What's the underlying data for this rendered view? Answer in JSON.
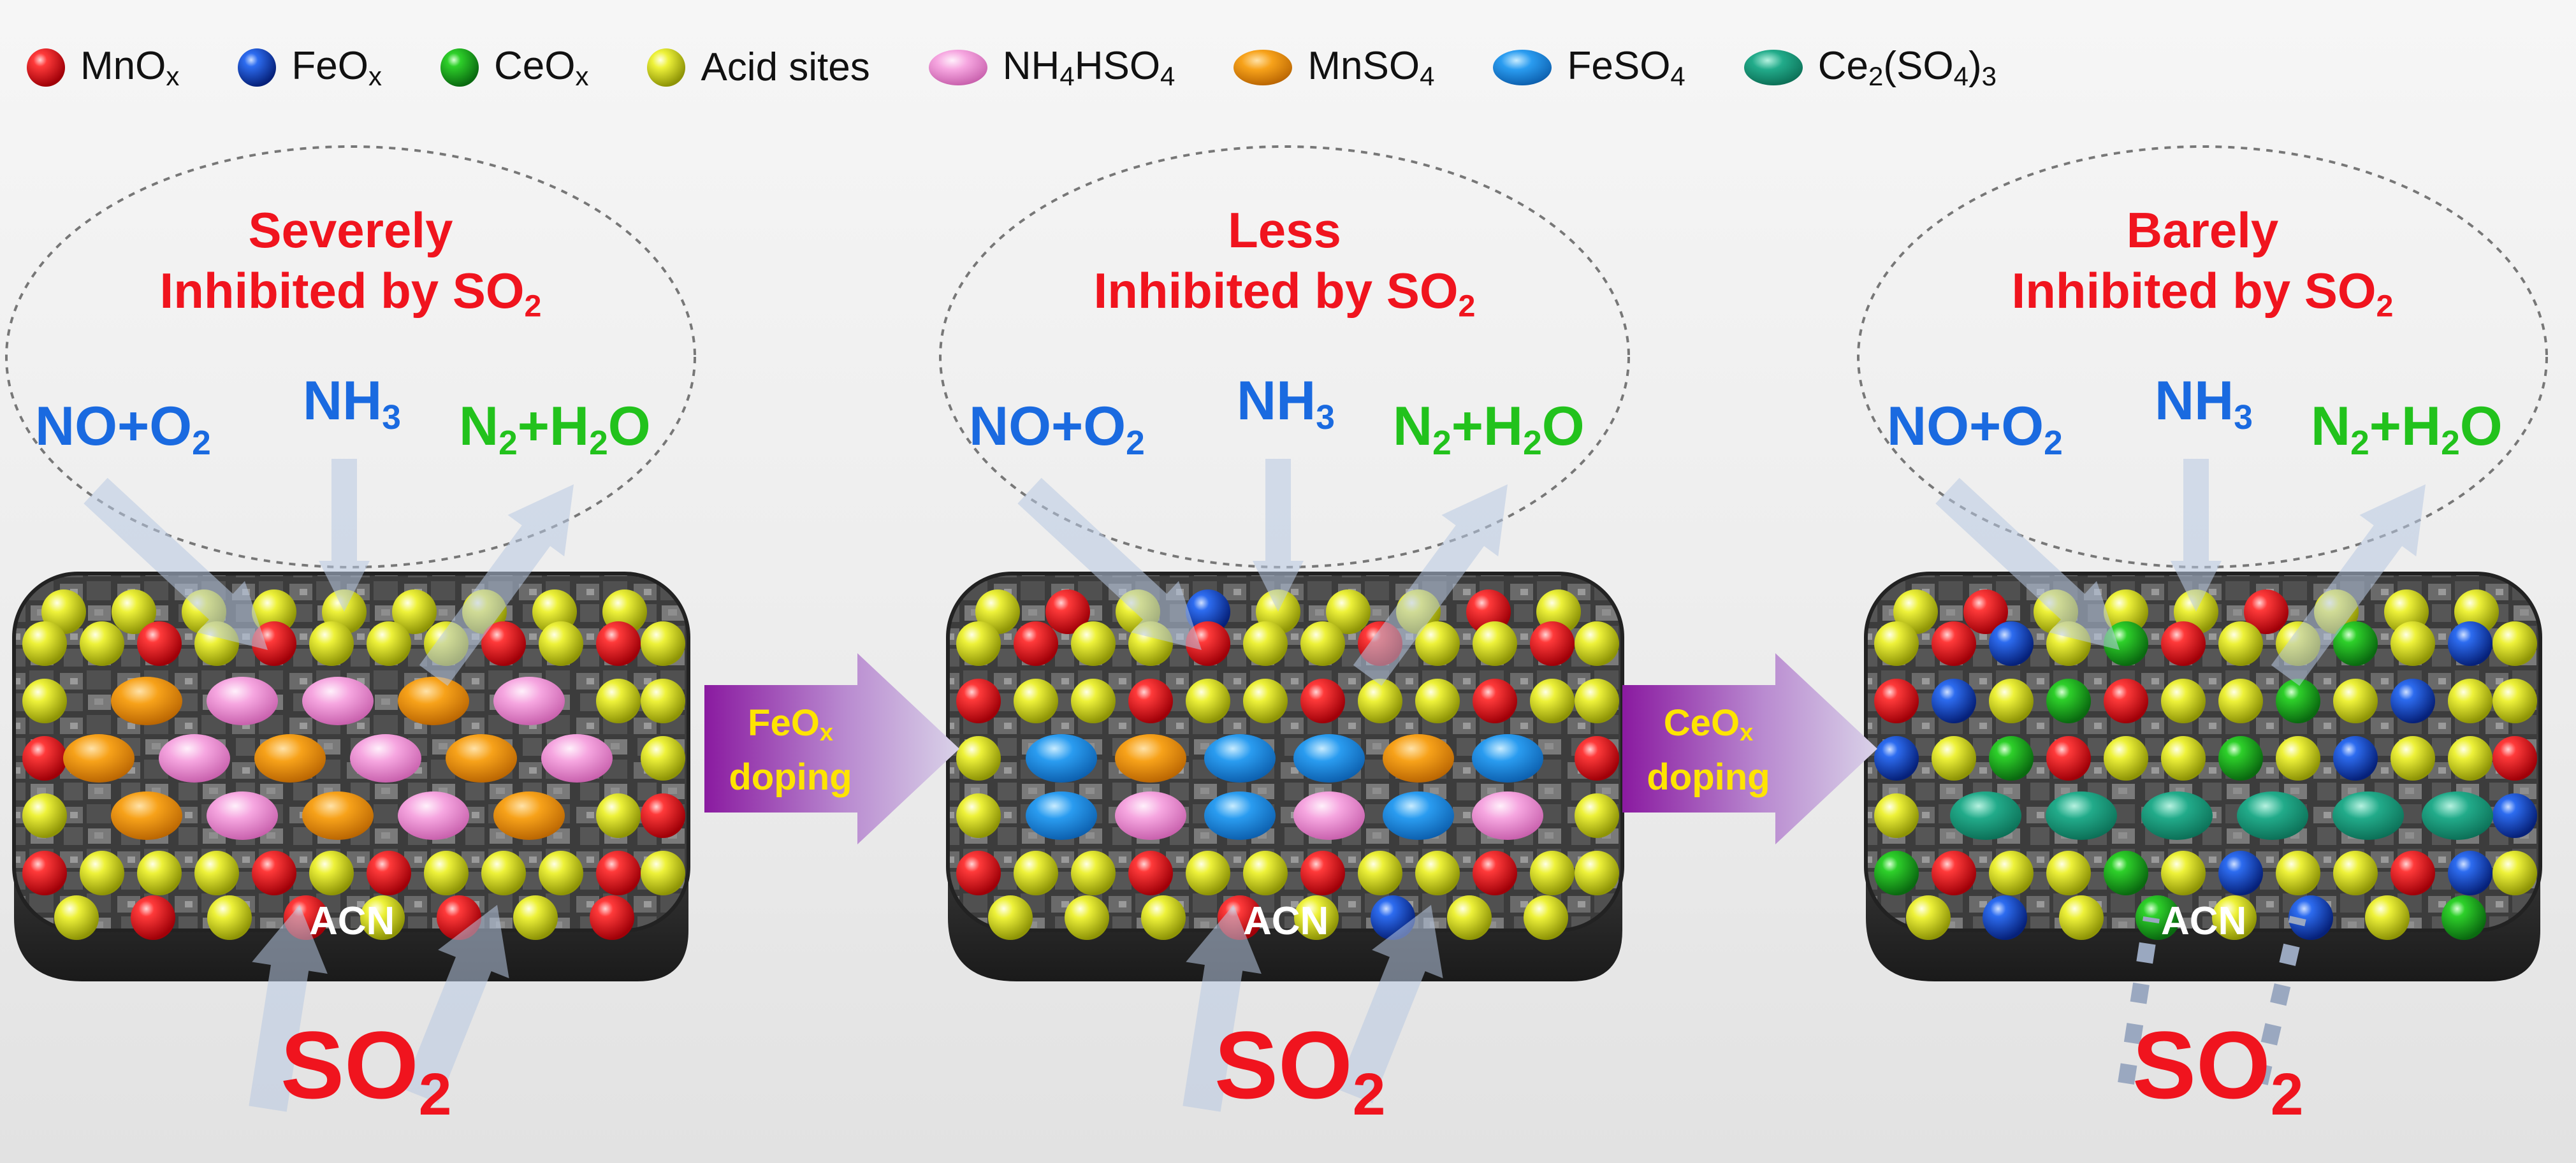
{
  "legend": [
    {
      "key": "mnox",
      "label": "MnO",
      "sub": "x",
      "color": "#e8141a",
      "shape": "sphere"
    },
    {
      "key": "feox",
      "label": "FeO",
      "sub": "x",
      "color": "#1544c8",
      "shape": "sphere"
    },
    {
      "key": "ceox",
      "label": "CeO",
      "sub": "x",
      "color": "#1aa61e",
      "shape": "sphere"
    },
    {
      "key": "acid",
      "label": "Acid sites",
      "sub": "",
      "color": "#d8e21c",
      "shape": "sphere"
    },
    {
      "key": "nh4hso4",
      "label": "NH",
      "sub": "4",
      "label2": "HSO",
      "sub2": "4",
      "color": "#f29ad6",
      "shape": "ellipse"
    },
    {
      "key": "mnso4",
      "label": "MnSO",
      "sub": "4",
      "color": "#f29a12",
      "shape": "ellipse"
    },
    {
      "key": "feso4",
      "label": "FeSO",
      "sub": "4",
      "color": "#1e8ae0",
      "shape": "ellipse"
    },
    {
      "key": "ce2so43",
      "label": "Ce",
      "sub": "2",
      "label2": "(SO",
      "sub2": "4",
      "label3": ")",
      "sub3": "3",
      "color": "#1a9a7e",
      "shape": "ellipse"
    }
  ],
  "panels": [
    {
      "title_line1": "Severely",
      "title_line2": "Inhibited by SO",
      "title_sub": "2"
    },
    {
      "title_line1": "Less",
      "title_line2": "Inhibited by SO",
      "title_sub": "2"
    },
    {
      "title_line1": "Barely",
      "title_line2": "Inhibited by SO",
      "title_sub": "2"
    }
  ],
  "gases": {
    "no_o2": "NO+O",
    "no_o2_sub": "2",
    "nh3": "NH",
    "nh3_sub": "3",
    "n2": "N",
    "n2_sub": "2",
    "plus_h2": "+H",
    "h2_sub": "2",
    "o": "O",
    "so2": "SO",
    "so2_sub": "2"
  },
  "support_label": "ACN",
  "transitions": [
    {
      "line1": "FeO",
      "sub": "x",
      "line2": "doping"
    },
    {
      "line1": "CeO",
      "sub": "x",
      "line2": "doping"
    }
  ],
  "colors": {
    "title_red": "#f0141e",
    "reactant_blue": "#1a6ae0",
    "product_green": "#22c21c",
    "arrow_text_yellow": "#ffe400"
  }
}
